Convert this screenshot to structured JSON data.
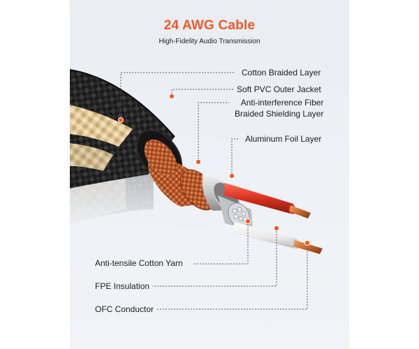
{
  "header": {
    "title": "24 AWG Cable",
    "subtitle": "High-Fidelity Audio Transmission"
  },
  "callouts": {
    "cotton_braided_layer": "Cotton Braided Layer",
    "soft_pvc_outer_jacket": "Soft PVC Outer Jacket",
    "shielding_line1": "Anti-interference Fiber",
    "shielding_line2": "Braided Shielding Layer",
    "aluminum_foil_layer": "Aluminum Foil Layer",
    "anti_tensile_cotton_yarn": "Anti-tensile Cotton Yarn",
    "fpe_insulation": "FPE Insulation",
    "ofc_conductor": "OFC Conductor"
  },
  "colors": {
    "accent": "#f05a22",
    "leader_line": "#555555",
    "braid_dark": "#1a1a1a",
    "braid_tan": "#e5cfa2",
    "copper_mesh": "#c8632c",
    "red_core": "#d63a2a",
    "white_core": "#f5f5f5"
  }
}
